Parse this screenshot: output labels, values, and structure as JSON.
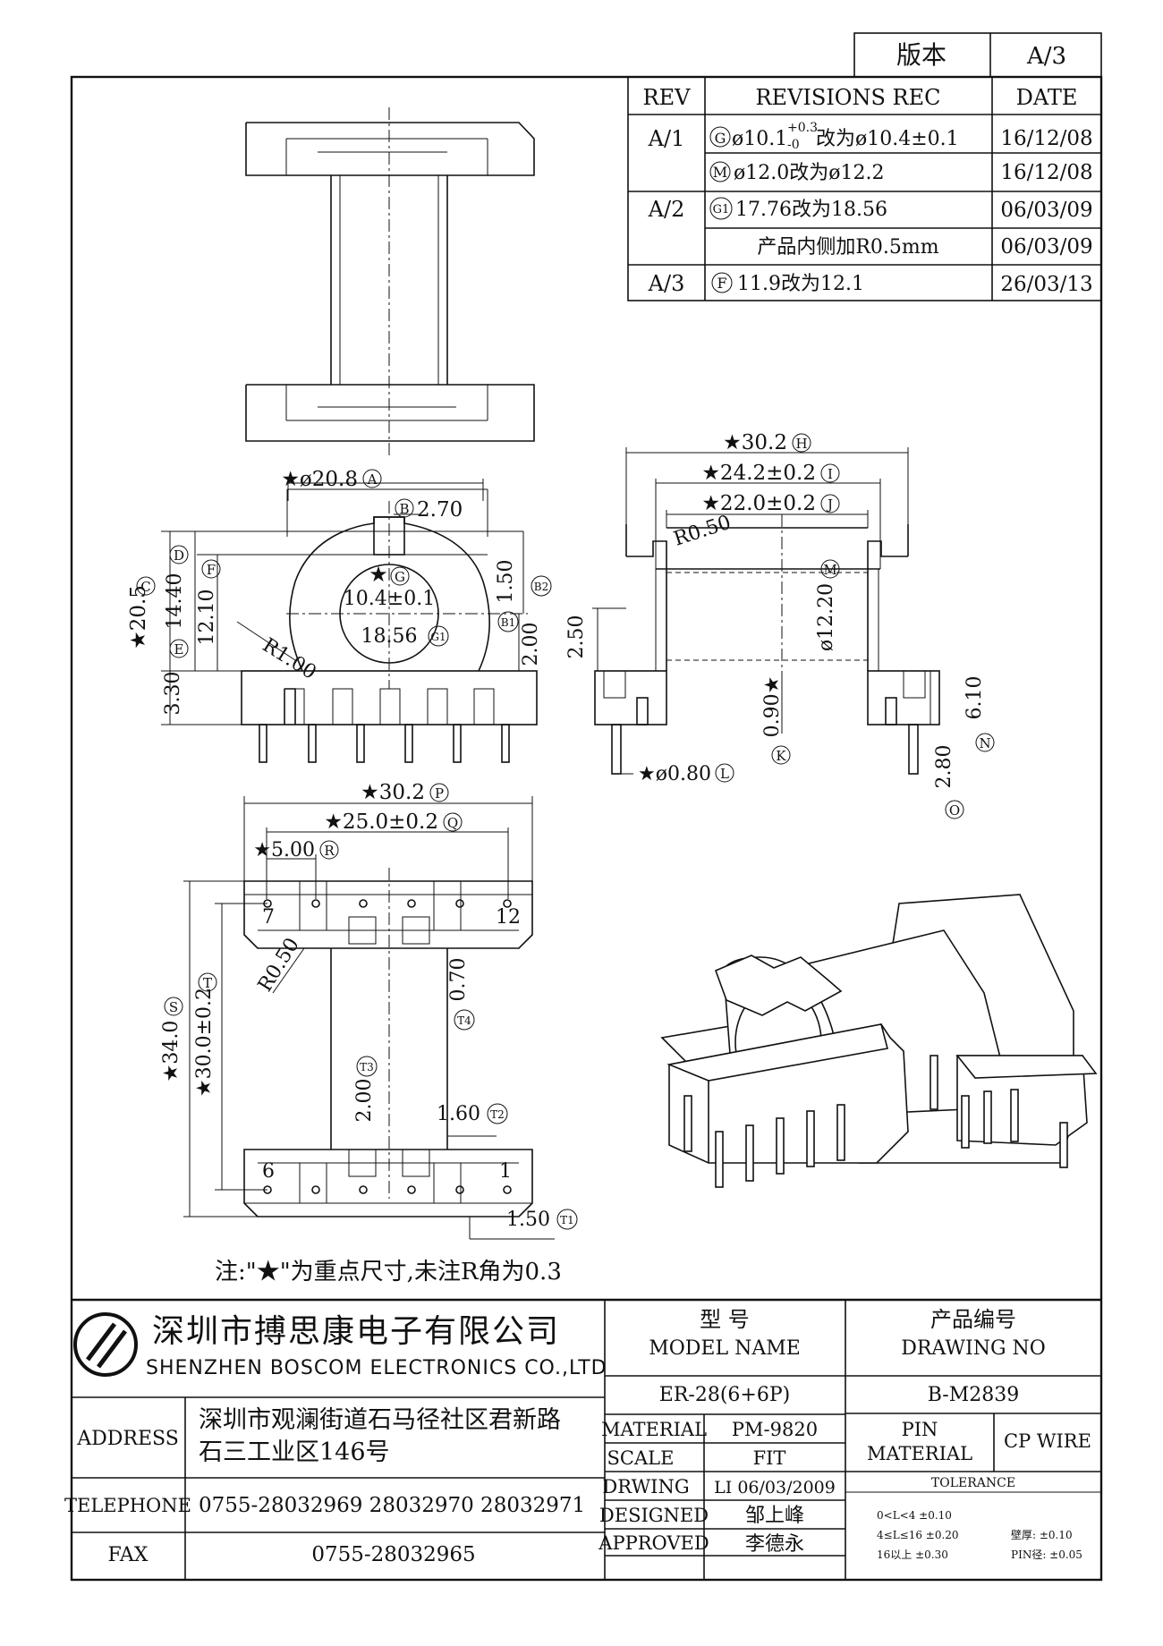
{
  "version_box": {
    "label": "版本",
    "value": "A/3"
  },
  "revisions": {
    "headers": {
      "rev": "REV",
      "rec": "REVISIONS REC",
      "date": "DATE"
    },
    "rows": [
      {
        "rev": "A/1",
        "mark": "G",
        "text_a": "ø10.1",
        "sup": "+0.3",
        "sub": "-0",
        "text_b": "改为ø10.4±0.1",
        "date": "16/12/08"
      },
      {
        "rev": "",
        "mark": "M",
        "text_a": "ø12.0改为ø12.2",
        "date": "16/12/08"
      },
      {
        "rev": "A/2",
        "mark": "G1",
        "text_a": "17.76改为18.56",
        "date": "06/03/09"
      },
      {
        "rev": "",
        "mark": "",
        "text_a": "产品内侧加R0.5mm",
        "date": "06/03/09"
      },
      {
        "rev": "A/3",
        "mark": "F",
        "text_a": "11.9改为12.1",
        "date": "26/03/13"
      }
    ]
  },
  "dims": {
    "A": "★ø20.8",
    "B": "2.70",
    "C": "★20.5",
    "D": "14.40",
    "E": "3.30",
    "F": "12.10",
    "G_star": "★",
    "G": "10.4±0.1",
    "G1": "18.56",
    "R1": "R1.00",
    "B2": "1.50",
    "B1": "2.00",
    "H": "★30.2",
    "I": "★24.2±0.2",
    "J": "★22.0±0.2",
    "R05a": "R0.50",
    "M": "ø12.20",
    "h250": "2.50",
    "K": "0.90★",
    "L": "★ø0.80",
    "N": "6.10",
    "O": "2.80",
    "P": "★30.2",
    "Q": "★25.0±0.2",
    "R": "★5.00",
    "S": "★34.0",
    "T": "★30.0±0.2",
    "R05b": "R0.50",
    "T4": "0.70",
    "T3": "2.00",
    "T2": "1.60",
    "T1": "1.50",
    "pin7": "7",
    "pin12": "12",
    "pin6": "6",
    "pin1": "1"
  },
  "labels": {
    "A": "A",
    "B": "B",
    "C": "C",
    "D": "D",
    "E": "E",
    "F": "F",
    "G": "G",
    "G1": "G1",
    "B1": "B1",
    "B2": "B2",
    "H": "H",
    "I": "I",
    "J": "J",
    "M": "M",
    "K": "K",
    "L": "L",
    "N": "N",
    "O": "O",
    "P": "P",
    "Q": "Q",
    "R": "R",
    "S": "S",
    "T": "T",
    "T1": "T1",
    "T2": "T2",
    "T3": "T3",
    "T4": "T4"
  },
  "note": "注:\"★\"为重点尺寸,未注R角为0.3",
  "title_block": {
    "company_cn": "深圳市搏思康电子有限公司",
    "company_en": "SHENZHEN BOSCOM ELECTRONICS CO.,LTD",
    "model_label_cn": "型    号",
    "model_label_en": "MODEL NAME",
    "model_value": "ER-28(6+6P)",
    "drawing_label_cn": "产品编号",
    "drawing_label_en": "DRAWING NO",
    "drawing_value": "B-M2839",
    "address_label": "ADDRESS",
    "address_line1": "深圳市观澜街道石马径社区君新路",
    "address_line2": "石三工业区146号",
    "telephone_label": "TELEPHONE",
    "telephone_value": "0755-28032969 28032970 28032971",
    "fax_label": "FAX",
    "fax_value": "0755-28032965",
    "material_label": "MATERIAL",
    "material_value": "PM-9820",
    "scale_label": "SCALE",
    "scale_value": "FIT",
    "drawing_by_label": "DRWING",
    "drawing_by_value": "LI 06/03/2009",
    "designed_label": "DESIGNED",
    "designed_value": "邹上峰",
    "approved_label": "APPROVED",
    "approved_value": "李德永",
    "pin_material_label1": "PIN",
    "pin_material_label2": "MATERIAL",
    "pin_material_value": "CP WIRE",
    "tolerance_label": "TOLERANCE",
    "tol_row1": "0<L<4    ±0.10",
    "tol_row2": "4≤L≤16  ±0.20",
    "tol_row3": "16以上    ±0.30",
    "tol_wall": "壁厚:  ±0.10",
    "tol_pin": "PIN径: ±0.05"
  }
}
